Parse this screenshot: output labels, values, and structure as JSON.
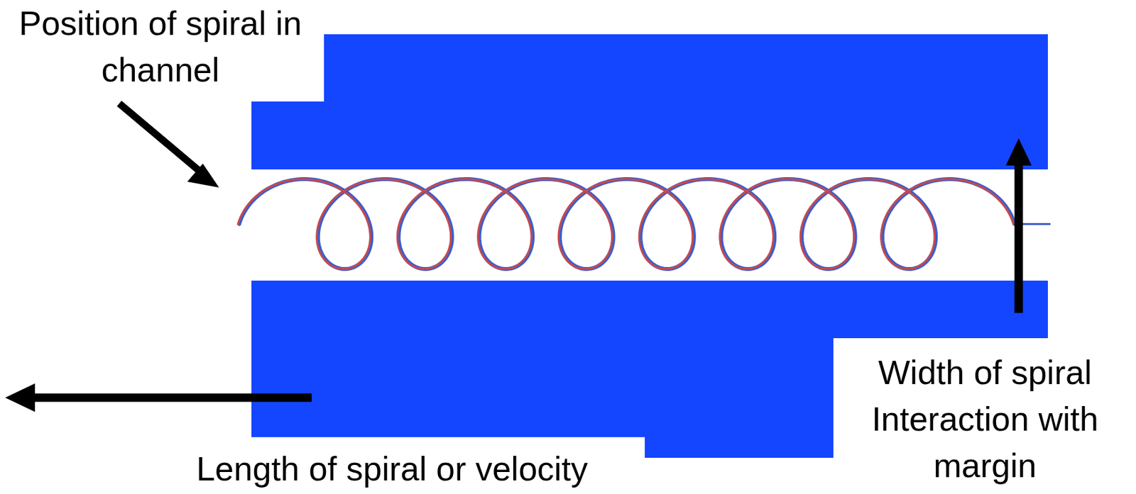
{
  "diagram": {
    "labels": [
      "Position of spiral in channel",
      "Length of spiral or velocity",
      "Width of spiral Interaction with margin"
    ]
  }
}
